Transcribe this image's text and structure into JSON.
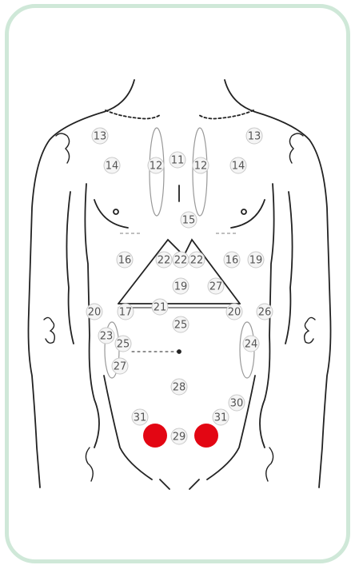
{
  "points": [
    {
      "label": "13"
    },
    {
      "label": "13"
    },
    {
      "label": "14"
    },
    {
      "label": "14"
    },
    {
      "label": "12"
    },
    {
      "label": "11"
    },
    {
      "label": "12"
    },
    {
      "label": "15"
    },
    {
      "label": "16"
    },
    {
      "label": "22"
    },
    {
      "label": "22"
    },
    {
      "label": "22"
    },
    {
      "label": "16"
    },
    {
      "label": "19"
    },
    {
      "label": "19"
    },
    {
      "label": "27"
    },
    {
      "label": "20"
    },
    {
      "label": "17"
    },
    {
      "label": "21"
    },
    {
      "label": "20"
    },
    {
      "label": "26"
    },
    {
      "label": "25"
    },
    {
      "label": "23"
    },
    {
      "label": "25"
    },
    {
      "label": "24"
    },
    {
      "label": "27"
    },
    {
      "label": "28"
    },
    {
      "label": "30"
    },
    {
      "label": "31"
    },
    {
      "label": "29"
    },
    {
      "label": "31"
    }
  ],
  "highlight_color": "#e30613",
  "frame_color": "#cfe8d8"
}
